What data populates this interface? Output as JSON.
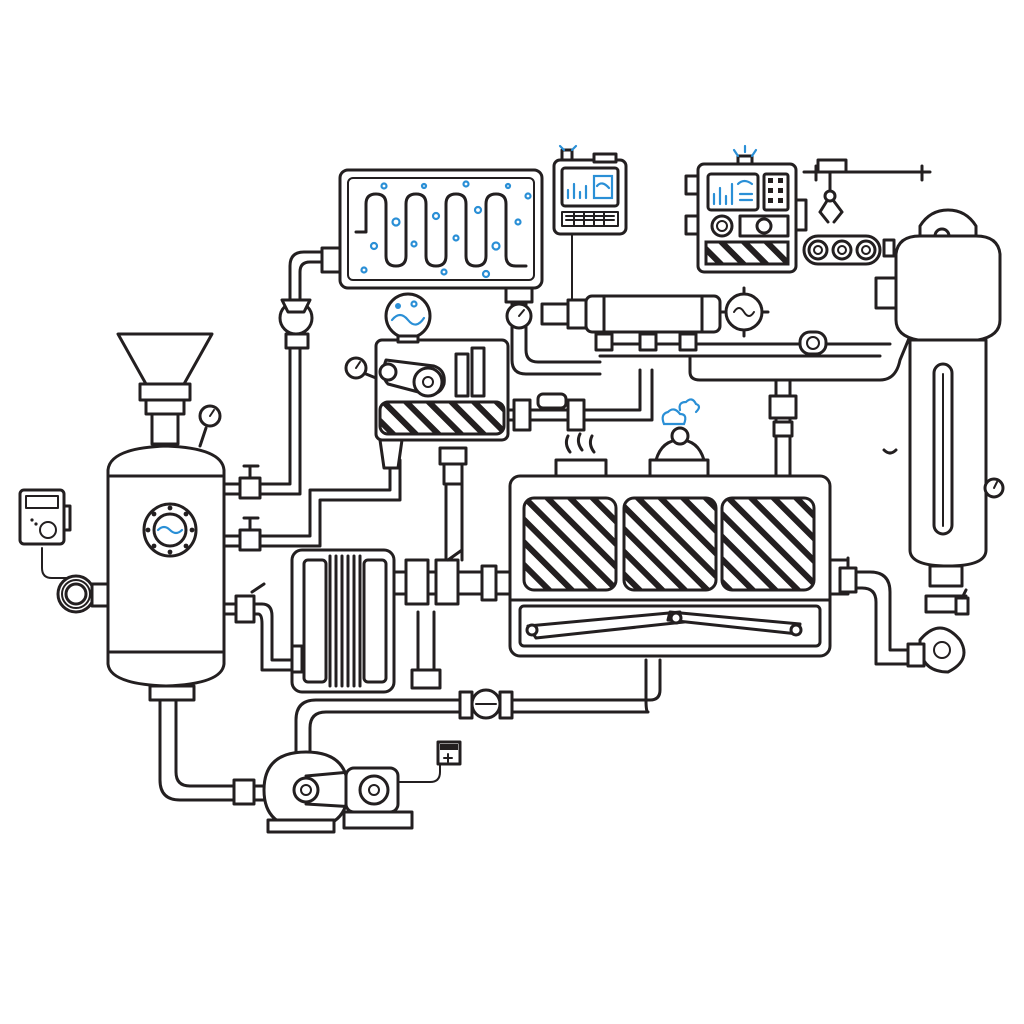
{
  "image": {
    "background": "#ffffff"
  },
  "colors": {
    "ink": "#231f20",
    "accent": "#2a8fd6"
  },
  "components": [
    "feed-hopper",
    "storage-tank",
    "control-timer",
    "serpentine-heat-exchanger",
    "computer-terminal",
    "control-panel-machine",
    "robotic-gripper-conveyor",
    "mixer-gearbox",
    "plate-heat-exchanger",
    "industrial-oven",
    "distillation-column",
    "centrifugal-pump",
    "electric-motor",
    "drive-belt",
    "pressure-gauges",
    "valves",
    "pipelines"
  ]
}
